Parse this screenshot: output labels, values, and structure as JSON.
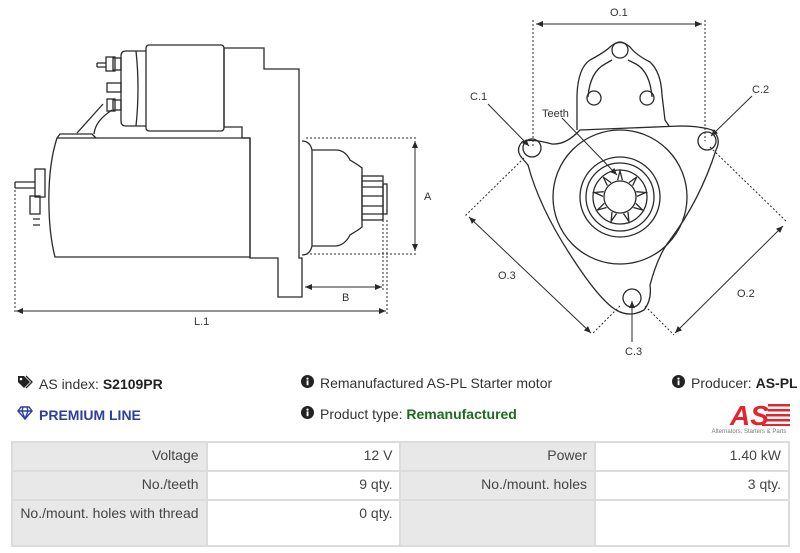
{
  "diagram": {
    "side_view_labels": {
      "a": "A",
      "b": "B",
      "l1": "L.1"
    },
    "front_view_labels": {
      "o1": "O.1",
      "o2": "O.2",
      "o3": "O.3",
      "c1": "C.1",
      "c2": "C.2",
      "c3": "C.3",
      "teeth": "Teeth"
    }
  },
  "info": {
    "as_index_label": "AS index:",
    "as_index_value": "S2109PR",
    "premium_line": "PREMIUM LINE",
    "description": "Remanufactured AS-PL Starter motor",
    "product_type_label": "Product type:",
    "product_type_value": "Remanufactured",
    "producer_label": "Producer:",
    "producer_value": "AS-PL",
    "logo_text": "AS",
    "logo_tagline": "Alternators, Starters & Parts"
  },
  "icons": {
    "tag": "tag-icon",
    "gem": "gem-icon",
    "info": "info-circle-icon"
  },
  "colors": {
    "premium": "#2b3f9e",
    "product_type": "#1e6b1e",
    "logo_red": "#e3262d"
  },
  "specs": [
    [
      {
        "label": "Voltage",
        "value": "12 V"
      },
      {
        "label": "Power",
        "value": "1.40 kW"
      }
    ],
    [
      {
        "label": "No./teeth",
        "value": "9 qty."
      },
      {
        "label": "No./mount. holes",
        "value": "3 qty."
      }
    ],
    [
      {
        "label": "No./mount. holes with thread",
        "value": "0 qty."
      },
      {
        "label": "",
        "value": ""
      }
    ]
  ]
}
